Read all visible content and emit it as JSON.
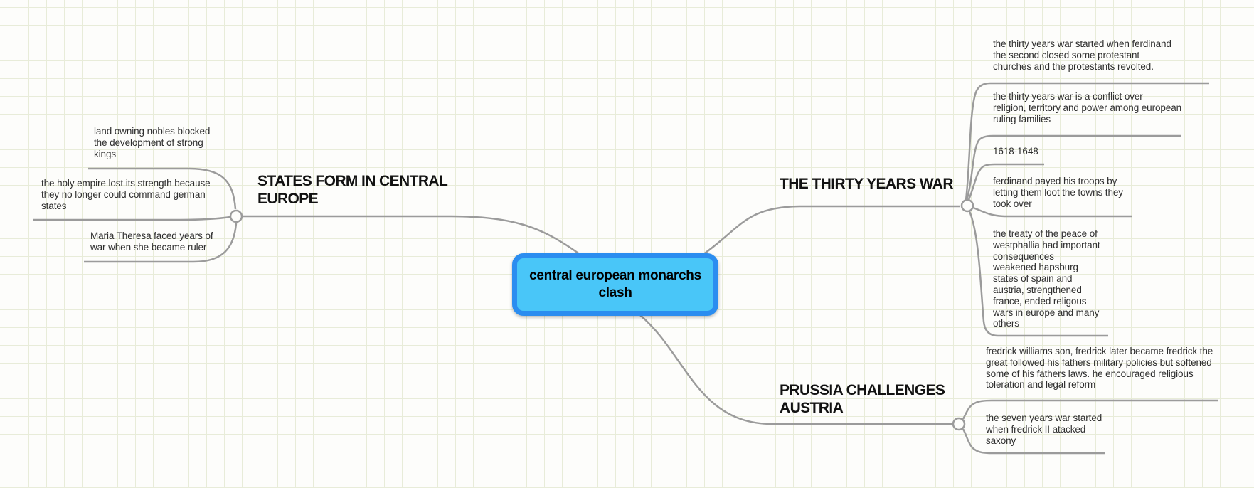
{
  "canvas": {
    "background": "#fdfdfb",
    "grid_color": "#e8ecd9",
    "branch_line_color": "#9b9b9b"
  },
  "map": {
    "root": {
      "label": "central european monarchs\nclash",
      "fill_color": "#49c6f8",
      "border_color": "#2b8df0"
    },
    "branches": [
      {
        "heading": "STATES FORM IN CENTRAL\nEUROPE",
        "children": [
          "land owning nobles blocked\nthe development of strong\nkings",
          "the holy empire lost its strength because\nthey no longer could command german\nstates",
          "Maria Theresa faced years of\nwar when she became ruler"
        ]
      },
      {
        "heading": "THE THIRTY YEARS WAR",
        "children": [
          "the thirty years war started when ferdinand\nthe second closed some protestant\nchurches and the protestants revolted.",
          "the thirty years war is a conflict over\nreligion, territory and power among european\nruling families",
          "1618-1648",
          "ferdinand payed his troops by\nletting them loot the towns they\ntook over",
          "the treaty of the peace of\nwestphallia had important\nconsequences\n weakened hapsburg\nstates of spain and\naustria, strengthened\nfrance, ended religous\nwars in europe and many\nothers"
        ]
      },
      {
        "heading": "PRUSSIA CHALLENGES\nAUSTRIA",
        "children": [
          "fredrick williams son, fredrick later became fredrick the\ngreat followed his fathers military policies but softened\nsome of his fathers laws. he encouraged religious\ntoleration and legal reform",
          "the seven years war started\nwhen fredrick II atacked\nsaxony"
        ]
      }
    ]
  }
}
